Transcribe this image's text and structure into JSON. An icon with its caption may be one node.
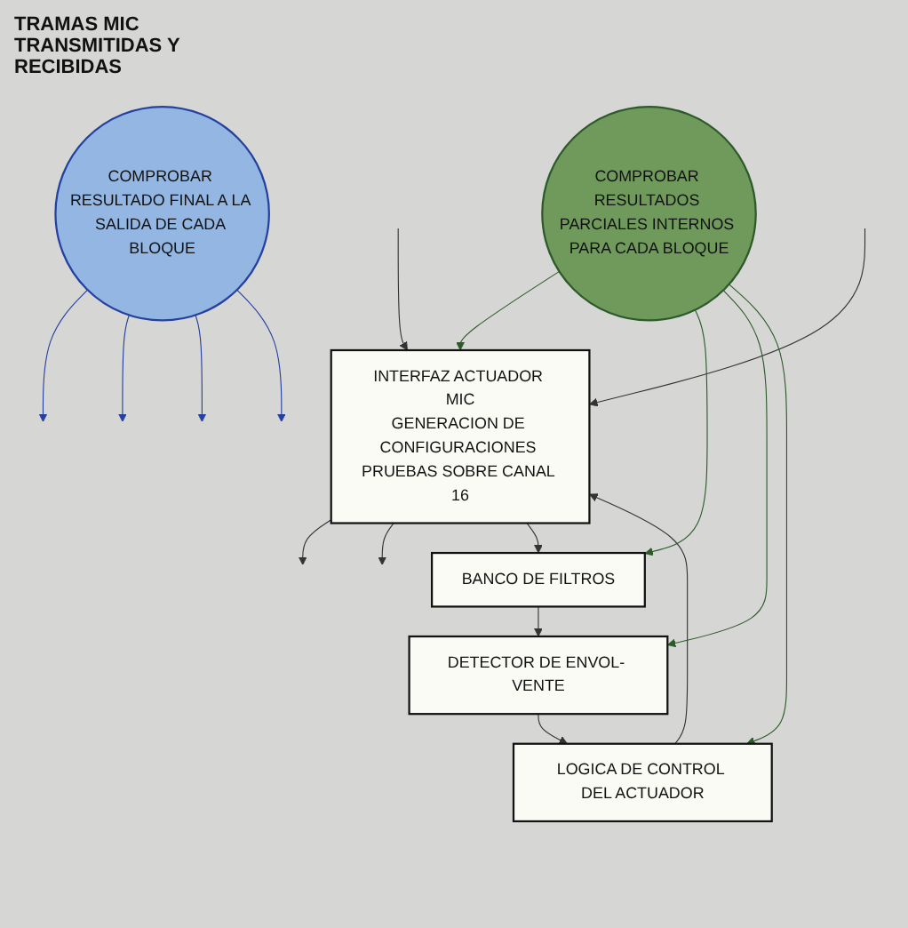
{
  "diagram": {
    "nodes": [
      {
        "text": [
          "INTERFAZ ACTUADOR MIC",
          "GENERACION DE CONFIGURACIONES PRUEBAS SOBRE CANAL 16"
        ]
      },
      {
        "text": [
          "BANCO DE FILTROS"
        ]
      },
      {
        "text": [
          "DETECTOR DE ENVOL- VENTE"
        ]
      },
      {
        "text": [
          "LOGICA DE CONTROL DEL ACTUADOR"
        ]
      },
      {
        "text": [
          "COMPROBAR RESULTADOS PARCIALES INTERNOS PARA CADA BLOQUE"
        ]
      },
      {
        "text": [
          "COMPROBAR RESULTADO FINAL A LA SALIDA DE CADA BLOQUE"
        ]
      }
    ],
    "edges": [
      {
        "from": null,
        "to": 0,
        "arrow": "to"
      },
      {
        "from": 0,
        "to": null,
        "arrow": "to"
      },
      {
        "from": 0,
        "to": null,
        "arrow": "to"
      },
      {
        "from": null,
        "to": 0,
        "arrow": "to"
      },
      {
        "from": 0,
        "to": 1,
        "arrow": "to"
      },
      {
        "from": 1,
        "to": 2,
        "arrow": "to"
      },
      {
        "from": 2,
        "to": 3,
        "arrow": "to"
      },
      {
        "from": 3,
        "to": 0,
        "arrow": "to"
      },
      {
        "from": 4,
        "to": 0,
        "arrow": "to",
        "color": "#2d5a2a"
      },
      {
        "from": 4,
        "to": 1,
        "arrow": "to",
        "color": "#2d5a2a"
      },
      {
        "from": 4,
        "to": 2,
        "arrow": "to",
        "color": "#2d5a2a"
      },
      {
        "from": 4,
        "to": 3,
        "arrow": "to",
        "color": "#2d5a2a"
      },
      {
        "from": 5,
        "to": null,
        "arrow": "to",
        "color": "#2440a0"
      },
      {
        "from": 5,
        "to": null,
        "arrow": "to",
        "color": "#2440a0"
      },
      {
        "from": 5,
        "to": null,
        "arrow": "to",
        "color": "#2440a0"
      },
      {
        "from": 5,
        "to": null,
        "arrow": "to",
        "color": "#2440a0"
      }
    ],
    "labels": [
      "TRAMAS MIC TRANSMITIDAS Y RECIBIDAS"
    ]
  }
}
